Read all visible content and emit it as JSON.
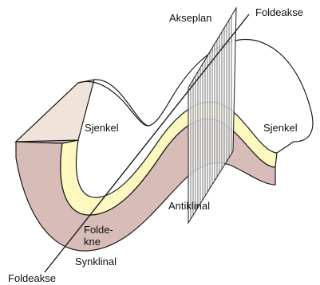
{
  "labels": {
    "axial_plane": "Akseplan",
    "fold_axis_top": "Foldeakse",
    "fold_axis_bottom": "Foldeakse",
    "limb_left": "Sjenkel",
    "limb_right": "Sjenkel",
    "anticline": "Antiklinal",
    "syncline": "Synklinal",
    "hinge_line1": "Folde-",
    "hinge_line2": "kne"
  },
  "colors": {
    "outer_layer": "#d8bcb7",
    "middle_layer": "#fcf8bf",
    "front_face": "#f0e4da",
    "outline": "#1a1a1a"
  }
}
